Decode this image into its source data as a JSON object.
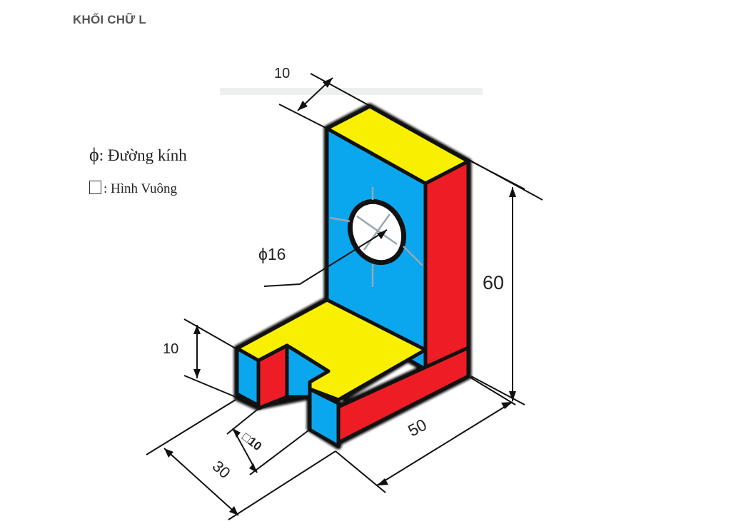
{
  "title": "KHỐI CHỮ L",
  "legend": {
    "phi_symbol": "ϕ",
    "phi_text": ": Đường kính",
    "square_text": ": Hình Vuông"
  },
  "dimensions": {
    "top_depth": "10",
    "hole_diameter": "ϕ16",
    "height": "60",
    "base_thickness": "10",
    "length": "50",
    "width": "30",
    "slot_square": "□10"
  },
  "colors": {
    "yellow": "#f8f000",
    "blue": "#0aa6ee",
    "red": "#ee1c24",
    "outline": "#111111"
  }
}
